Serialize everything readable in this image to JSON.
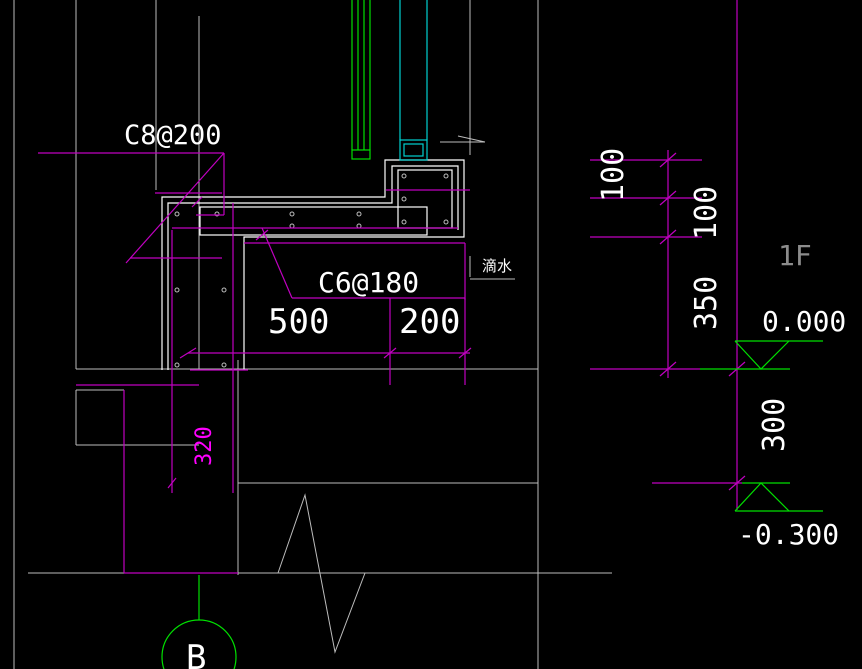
{
  "colors": {
    "background": "#000000",
    "white": "#ffffff",
    "gray": "#bdbdbd",
    "magenta": "#c000c0",
    "bright_magenta": "#ff00ff",
    "green": "#00e000",
    "cyan": "#00d0d0",
    "dim_text": "#8c8c8c"
  },
  "labels": {
    "rebar_top": "C8@200",
    "rebar_mid": "C6@180",
    "dim_500": "500",
    "dim_200": "200",
    "drip": "滴水",
    "dim_320": "320",
    "grid_axis": "B"
  },
  "elevation": {
    "dim_100_a": "100",
    "dim_100_b": "100",
    "dim_350": "350",
    "dim_300": "300",
    "floor": "1F",
    "level_top": "0.000",
    "level_bottom": "-0.300"
  }
}
